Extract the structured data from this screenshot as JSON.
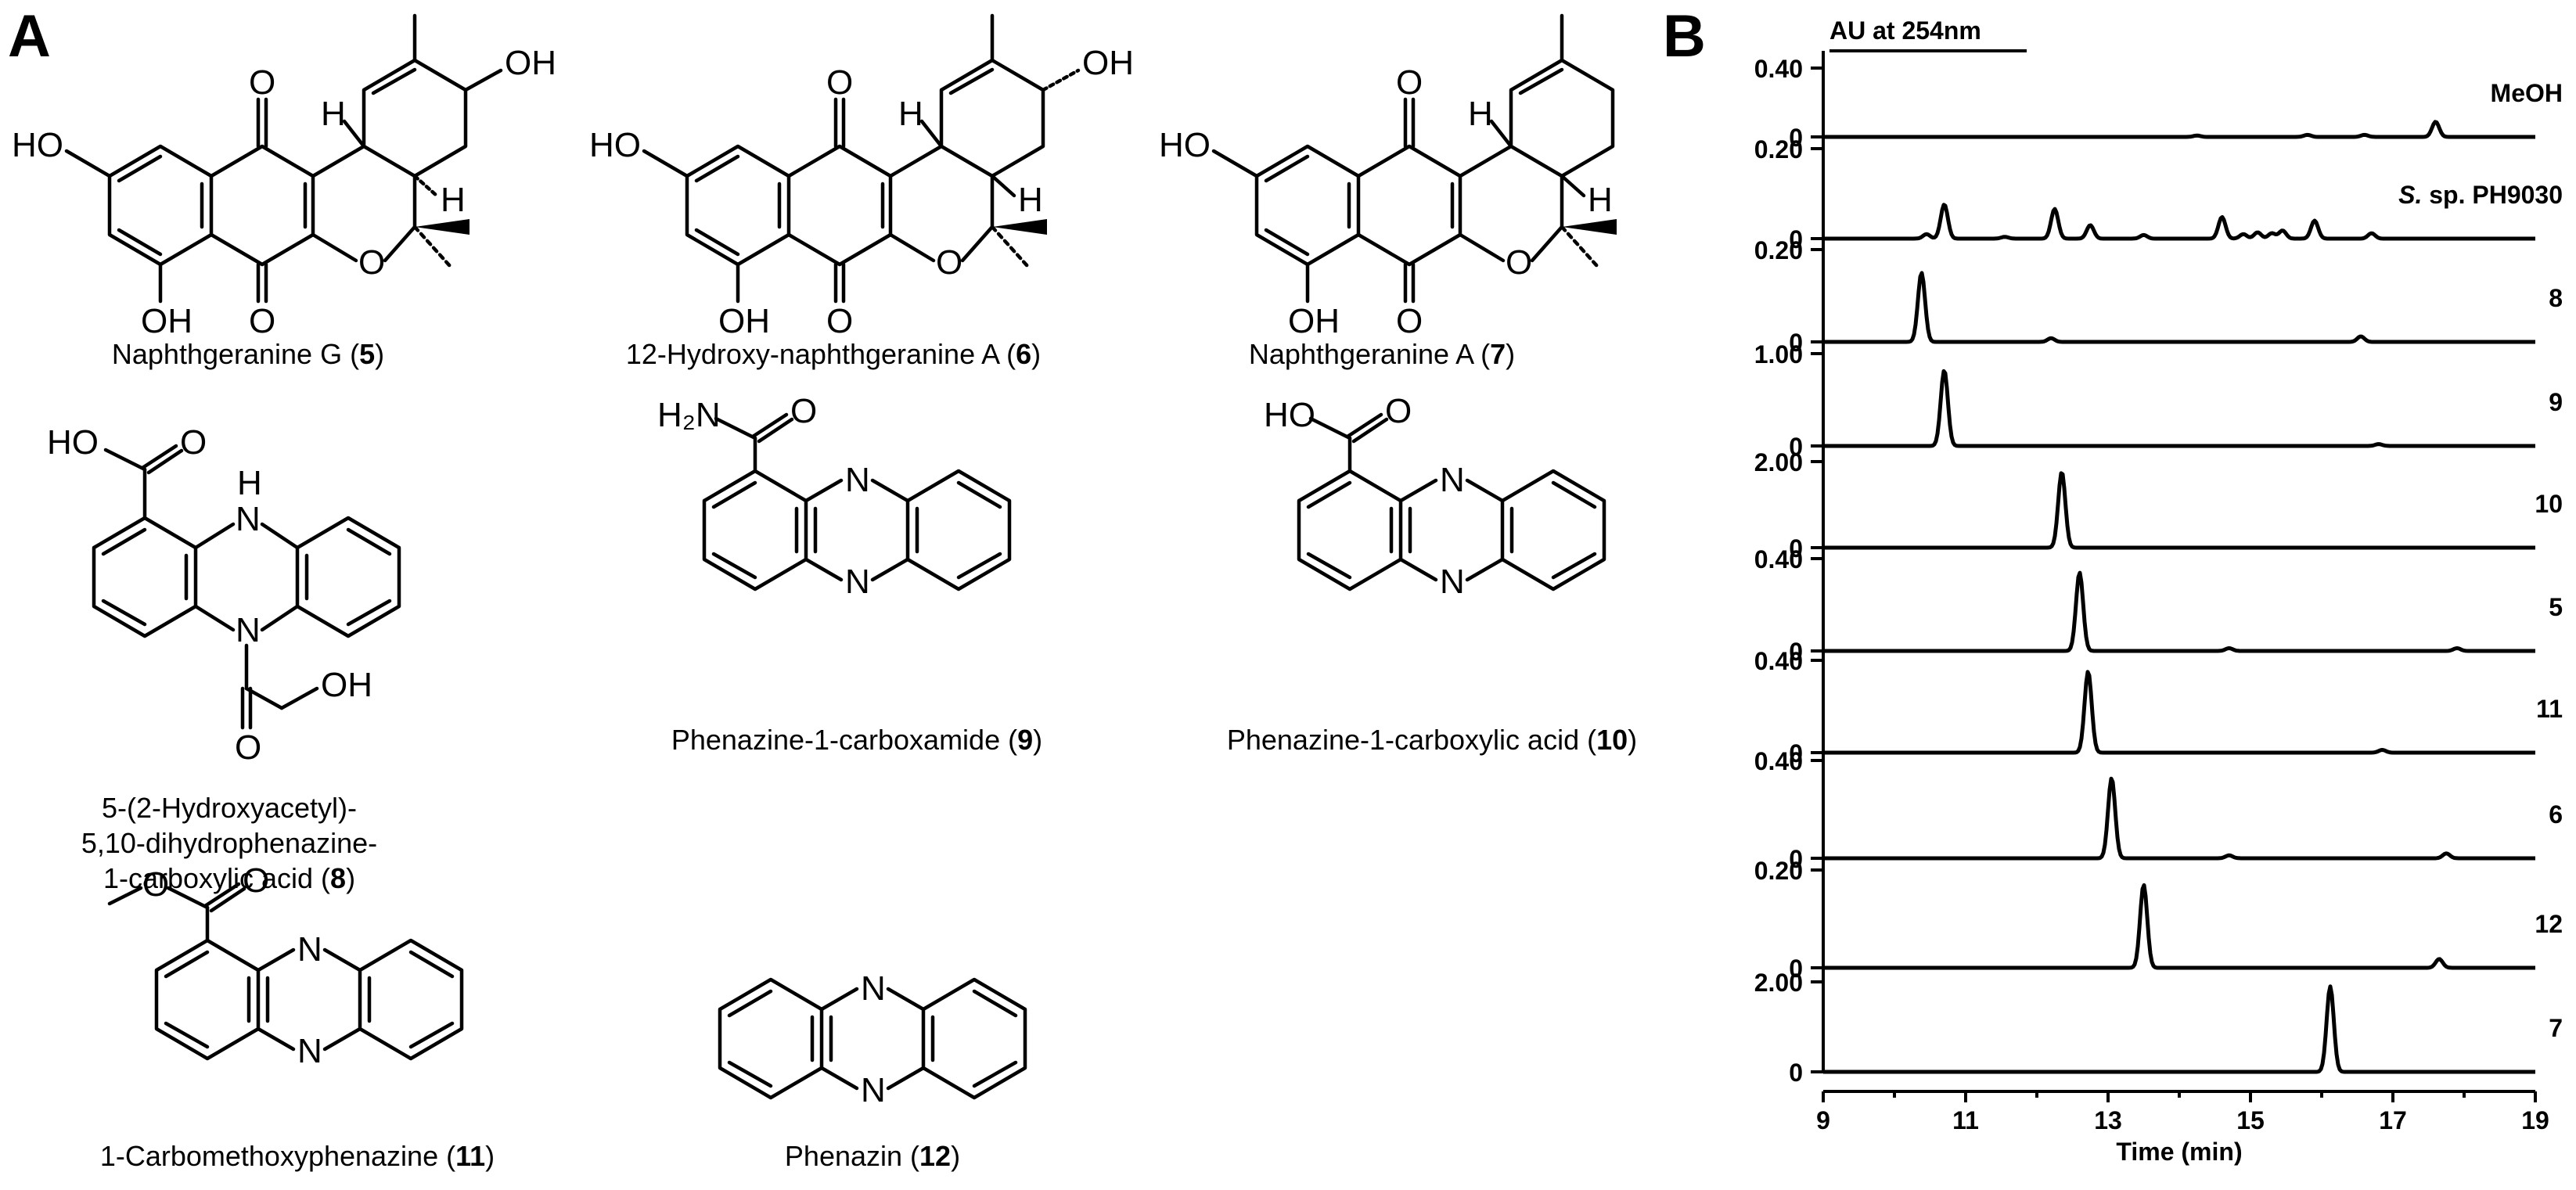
{
  "panel_a": {
    "letter": "A",
    "compounds": [
      {
        "name": "Naphthgeranine G (",
        "num": "5",
        "close": ")",
        "labels": {
          "o_top": "O",
          "o_bot": "O",
          "o_ring": "O",
          "oh_left": "HO",
          "oh_bot": "OH",
          "oh_right": "OH",
          "h_top": "H",
          "h_right": "H"
        }
      },
      {
        "name": "12-Hydroxy-naphthgeranine A (",
        "num": "6",
        "close": ")",
        "labels": {
          "o_top": "O",
          "o_bot": "O",
          "o_ring": "O",
          "oh_left": "HO",
          "oh_bot": "OH",
          "oh_right": "OH",
          "h_top": "H",
          "h_right": "H"
        }
      },
      {
        "name": "Naphthgeranine A (",
        "num": "7",
        "close": ")",
        "labels": {
          "o_top": "O",
          "o_bot": "O",
          "o_ring": "O",
          "oh_left": "HO",
          "oh_bot": "OH",
          "h_top": "H",
          "h_right": "H"
        }
      },
      {
        "name_lines": [
          "5-(2-Hydroxyacetyl)-",
          "5,10-dihydrophenazine-",
          "1-carboxylic acid ("
        ],
        "num": "8",
        "close": ")",
        "labels": {
          "ho": "HO",
          "o1": "O",
          "nh_h": "H",
          "nh_n": "N",
          "n2": "N",
          "o2": "O",
          "oh": "OH"
        }
      },
      {
        "name": "Phenazine-1-carboxamide (",
        "num": "9",
        "close": ")",
        "labels": {
          "nh2": "H₂N",
          "o": "O",
          "n_top": "N",
          "n_bot": "N"
        }
      },
      {
        "name": "Phenazine-1-carboxylic acid  (",
        "num": "10",
        "close": ")",
        "labels": {
          "ho": "HO",
          "o": "O",
          "n_top": "N",
          "n_bot": "N"
        }
      },
      {
        "name": "1-Carbomethoxyphenazine (",
        "num": "11",
        "close": ")",
        "labels": {
          "o_ester": "O",
          "o": "O",
          "n_top": "N",
          "n_bot": "N"
        }
      },
      {
        "name": "Phenazin (",
        "num": "12",
        "close": ")",
        "labels": {
          "n_top": "N",
          "n_bot": "N"
        }
      }
    ]
  },
  "panel_b": {
    "letter": "B",
    "scale_bar_label": "AU at 254nm",
    "zero_label": "0",
    "x_axis_title": "Time (min)"
  },
  "chart_data": {
    "type": "line",
    "title": "",
    "xlabel": "Time (min)",
    "ylabel": "AU at 254nm",
    "xlim": [
      9,
      19
    ],
    "x_ticks": [
      "9",
      "11",
      "13",
      "15",
      "17",
      "19"
    ],
    "series": [
      {
        "name": "MeOH",
        "y_max": 0.4,
        "y_max_label": "0.40",
        "peaks": [
          [
            14.25,
            0.02
          ],
          [
            15.8,
            0.03
          ],
          [
            16.6,
            0.03
          ],
          [
            17.6,
            0.22
          ]
        ]
      },
      {
        "name": "S. sp. PH9030",
        "name_italic": "S.",
        "name_rest": " sp. PH9030",
        "y_max": 0.2,
        "y_max_label": "0.20",
        "peaks": [
          [
            10.45,
            0.05
          ],
          [
            10.7,
            0.38
          ],
          [
            11.55,
            0.02
          ],
          [
            12.25,
            0.33
          ],
          [
            12.75,
            0.15
          ],
          [
            13.5,
            0.04
          ],
          [
            14.6,
            0.24
          ],
          [
            14.9,
            0.05
          ],
          [
            15.1,
            0.07
          ],
          [
            15.3,
            0.06
          ],
          [
            15.45,
            0.09
          ],
          [
            15.9,
            0.2
          ],
          [
            16.7,
            0.06
          ]
        ]
      },
      {
        "name": "8",
        "y_max": 0.2,
        "y_max_label": "0.20",
        "peaks": [
          [
            10.38,
            0.75
          ],
          [
            12.2,
            0.04
          ],
          [
            16.55,
            0.06
          ]
        ]
      },
      {
        "name": "9",
        "y_max": 1.0,
        "y_max_label": "1.00",
        "peaks": [
          [
            10.7,
            0.82
          ],
          [
            16.8,
            0.02
          ]
        ]
      },
      {
        "name": "10",
        "y_max": 2.0,
        "y_max_label": "2.00",
        "peaks": [
          [
            12.35,
            0.88
          ]
        ]
      },
      {
        "name": "5",
        "y_max": 0.4,
        "y_max_label": "0.40",
        "peaks": [
          [
            12.6,
            0.85
          ],
          [
            14.7,
            0.03
          ],
          [
            17.9,
            0.03
          ]
        ]
      },
      {
        "name": "11",
        "y_max": 0.4,
        "y_max_label": "0.40",
        "peaks": [
          [
            12.72,
            0.88
          ],
          [
            16.85,
            0.03
          ]
        ]
      },
      {
        "name": "6",
        "y_max": 0.4,
        "y_max_label": "0.40",
        "peaks": [
          [
            13.05,
            0.82
          ],
          [
            14.7,
            0.03
          ],
          [
            17.75,
            0.05
          ]
        ]
      },
      {
        "name": "12",
        "y_max": 0.2,
        "y_max_label": "0.20",
        "peaks": [
          [
            13.5,
            0.85
          ],
          [
            17.65,
            0.09
          ]
        ]
      },
      {
        "name": "7",
        "y_max": 2.0,
        "y_max_label": "2.00",
        "peaks": [
          [
            16.12,
            0.95
          ]
        ]
      }
    ]
  }
}
